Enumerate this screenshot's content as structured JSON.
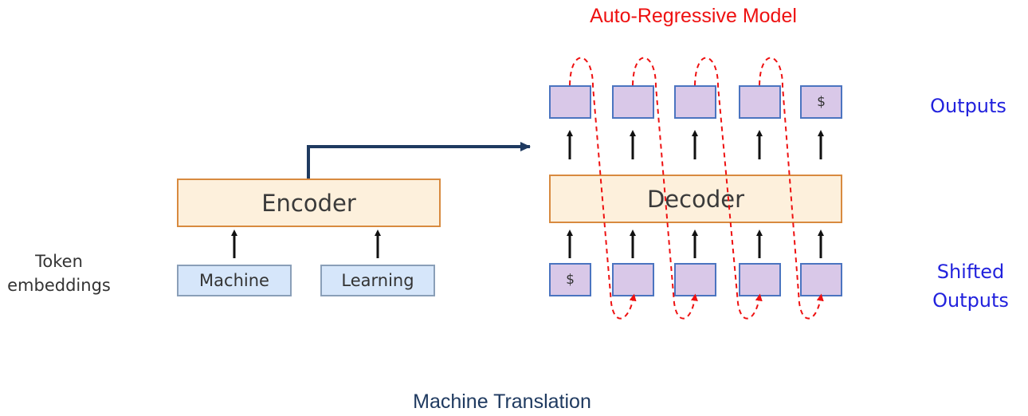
{
  "header": {
    "title": "Auto-Regressive Model"
  },
  "footer": {
    "caption": "Machine Translation"
  },
  "labels": {
    "token_line1": "Token",
    "token_line2": "embeddings",
    "outputs": "Outputs",
    "shifted_line1": "Shifted",
    "shifted_line2": "Outputs"
  },
  "encoder": {
    "label": "Encoder",
    "inputs": [
      "Machine",
      "Learning"
    ]
  },
  "decoder": {
    "label": "Decoder",
    "outputs": [
      "",
      "",
      "",
      "",
      "$"
    ],
    "shifted_inputs": [
      "$",
      "",
      "",
      "",
      ""
    ]
  },
  "colors": {
    "title": "#ee1111",
    "side_labels": "#2222dd",
    "caption": "#1f3a60",
    "block_fill": "#fdf0dc",
    "block_border": "#d88a3f",
    "embedding_fill": "#d6e6fa",
    "token_fill": "#d9c8e8",
    "token_border": "#4b74c0",
    "feedback_loop": "#ee1111",
    "connector": "#1f3a60"
  }
}
